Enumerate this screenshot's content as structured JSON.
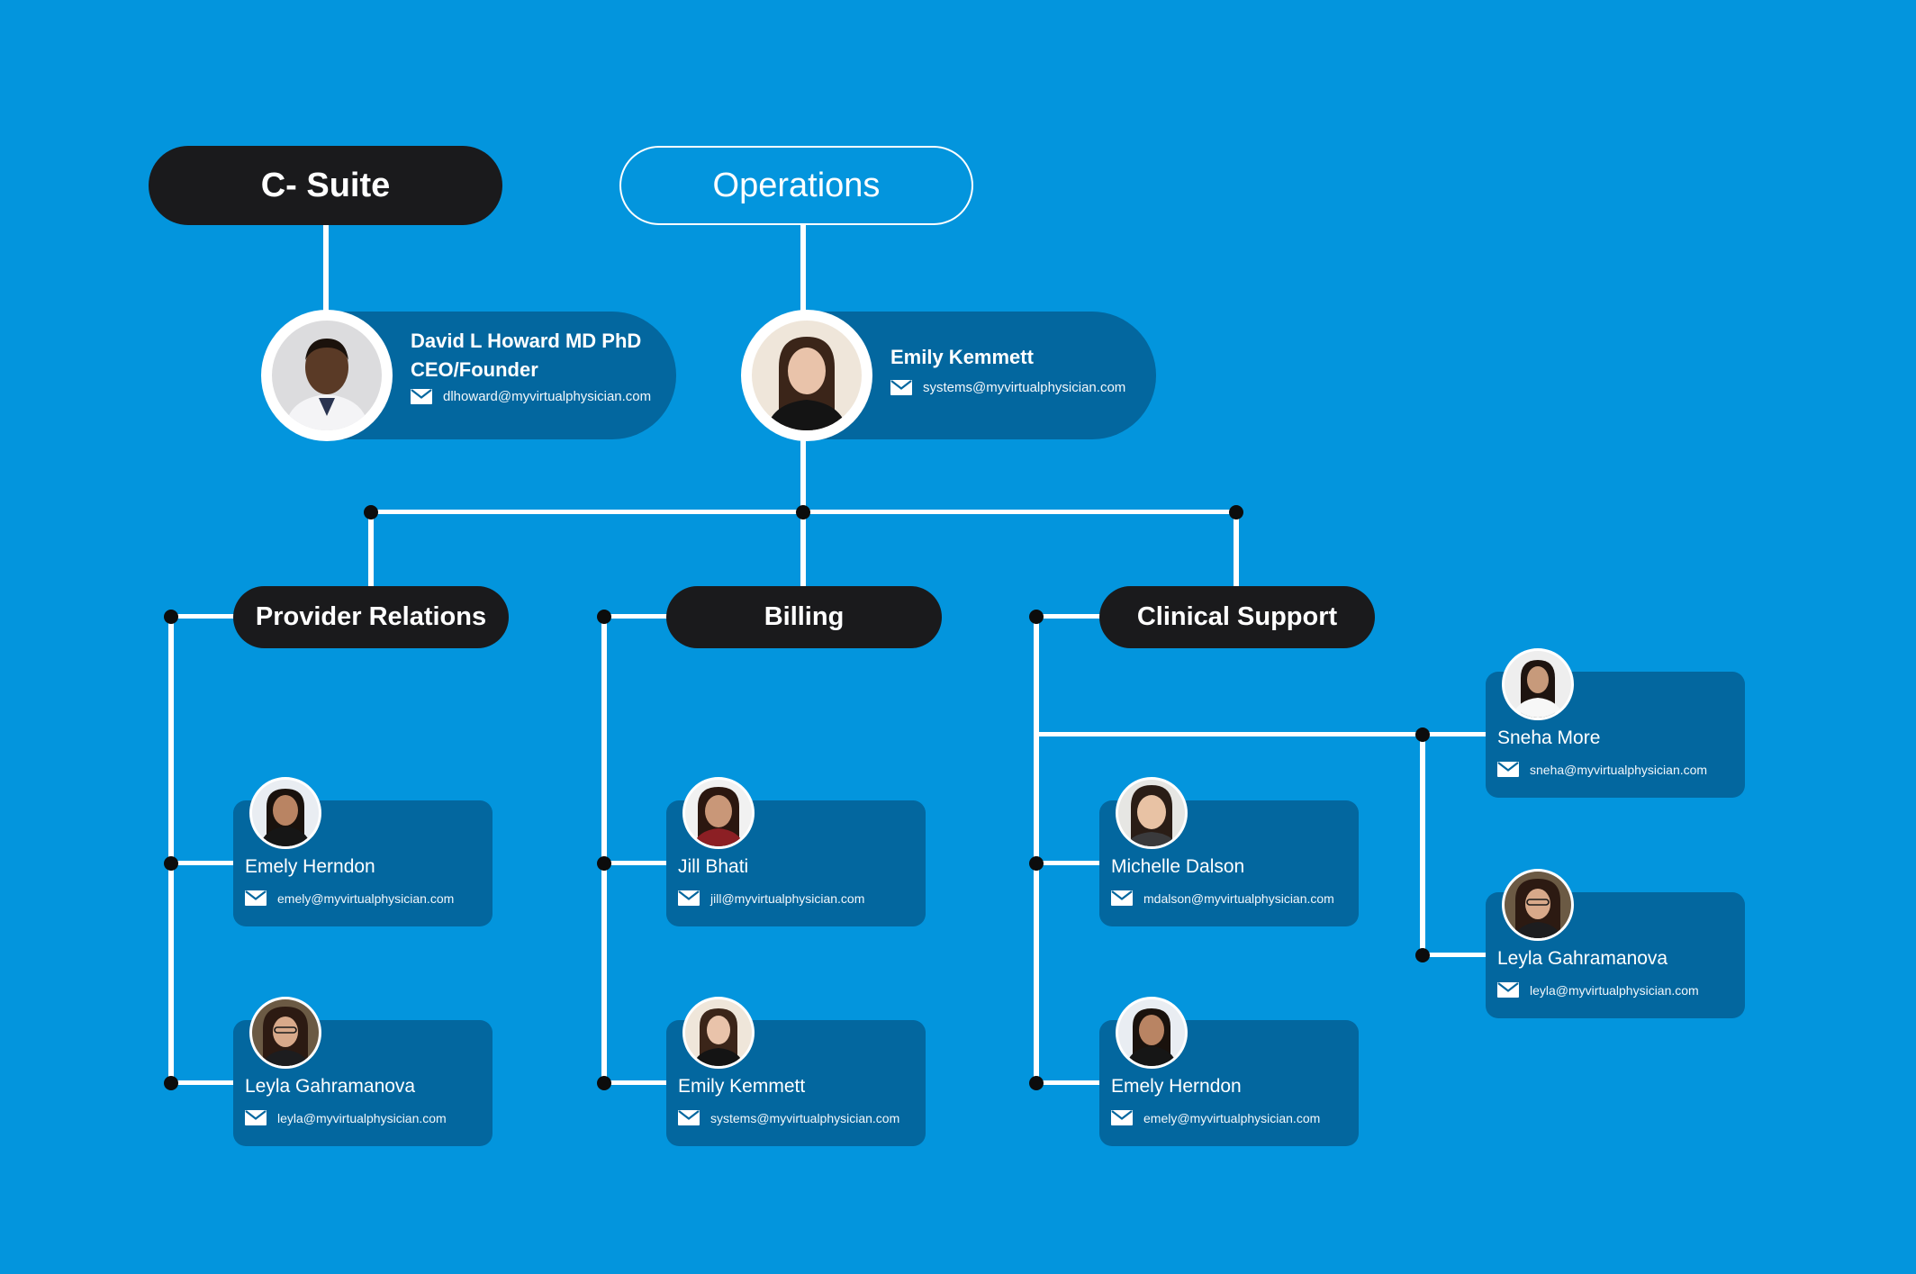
{
  "top_groups": [
    {
      "id": "csuite",
      "label": "C- Suite"
    },
    {
      "id": "operations",
      "label": "Operations"
    }
  ],
  "leaders": [
    {
      "id": "ceo",
      "name": "David L Howard MD PhD",
      "role": "CEO/Founder",
      "email": "dlhoward@myvirtualphysician.com"
    },
    {
      "id": "ops",
      "name": "Emily Kemmett",
      "email": "systems@myvirtualphysician.com"
    }
  ],
  "departments": [
    {
      "id": "provider",
      "label": "Provider Relations"
    },
    {
      "id": "billing",
      "label": "Billing"
    },
    {
      "id": "clinical",
      "label": "Clinical Support"
    }
  ],
  "members": {
    "provider": [
      {
        "name": "Emely Herndon",
        "email": "emely@myvirtualphysician.com"
      },
      {
        "name": "Leyla Gahramanova",
        "email": "leyla@myvirtualphysician.com"
      }
    ],
    "billing": [
      {
        "name": "Jill Bhati",
        "email": "jill@myvirtualphysician.com"
      },
      {
        "name": "Emily Kemmett",
        "email": "systems@myvirtualphysician.com"
      }
    ],
    "clinical": [
      {
        "name": "Michelle Dalson",
        "email": "mdalson@myvirtualphysician.com"
      },
      {
        "name": "Emely Herndon",
        "email": "emely@myvirtualphysician.com"
      }
    ],
    "clinical_sub": [
      {
        "name": "Sneha More",
        "email": "sneha@myvirtualphysician.com"
      },
      {
        "name": "Leyla Gahramanova",
        "email": "leyla@myvirtualphysician.com"
      }
    ]
  },
  "icons": [
    "mail-icon",
    "avatar-photo"
  ],
  "colors": {
    "background": "#0395dd",
    "card": "#03679f",
    "pill": "#1a1a1c",
    "line": "#ffffff",
    "node": "#0c0c0c"
  }
}
